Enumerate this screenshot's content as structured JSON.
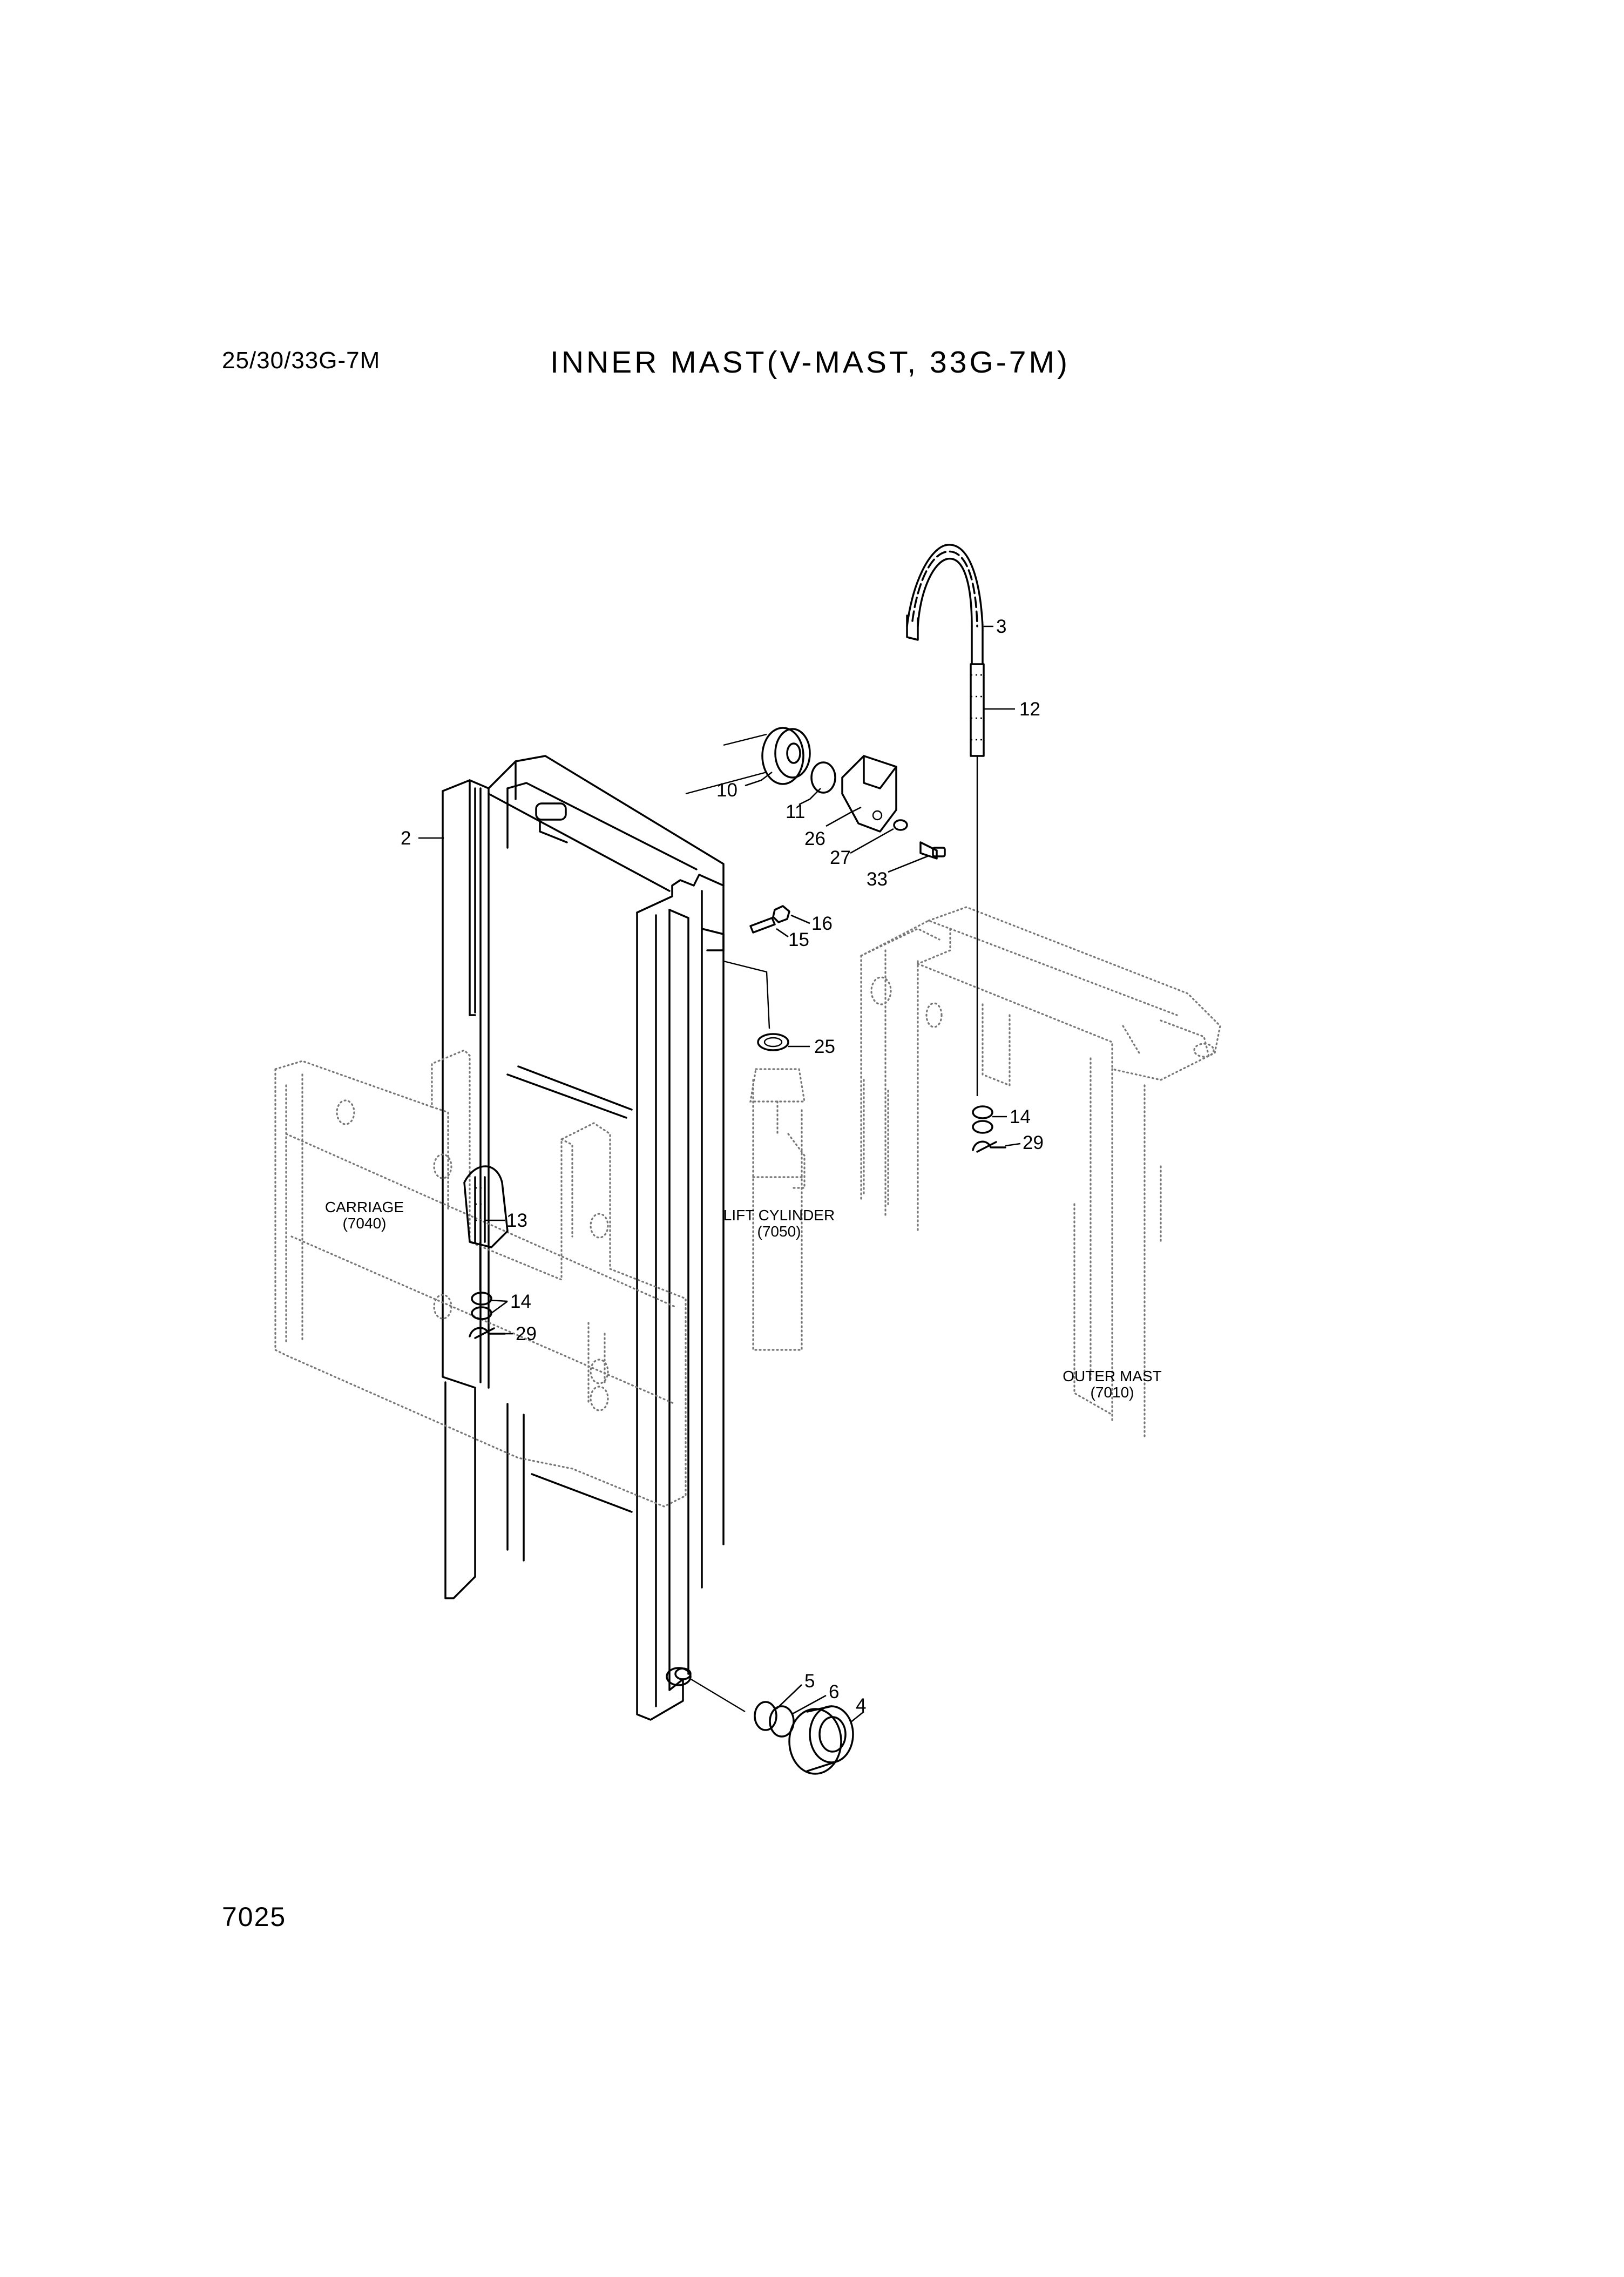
{
  "header": {
    "model": "25/30/33G-7M",
    "title": "INNER MAST(V-MAST, 33G-7M)"
  },
  "footer": {
    "page_number": "7025"
  },
  "callouts": {
    "c3": "3",
    "c12": "12",
    "c10": "10",
    "c11": "11",
    "c26": "26",
    "c27": "27",
    "c33": "33",
    "c2": "2",
    "c16": "16",
    "c15": "15",
    "c25": "25",
    "c14_right": "14",
    "c29_right": "29",
    "c13": "13",
    "c14_left": "14",
    "c29_left": "29",
    "c5": "5",
    "c6": "6",
    "c4": "4"
  },
  "references": {
    "carriage_name": "CARRIAGE",
    "carriage_code": "(7040)",
    "cylinder_name": "LIFT CYLINDER",
    "cylinder_code": "(7050)",
    "outer_name": "OUTER MAST",
    "outer_code": "(7010)"
  }
}
